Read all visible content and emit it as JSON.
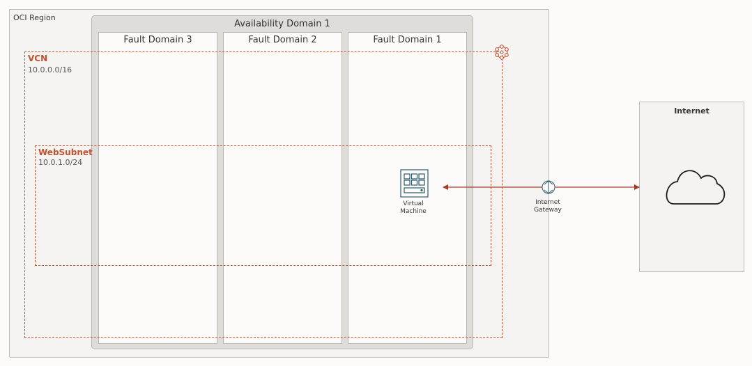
{
  "region": {
    "label": "OCI Region"
  },
  "availability_domain": {
    "label": "Availability Domain 1"
  },
  "fault_domains": [
    "Fault Domain 3",
    "Fault Domain 2",
    "Fault Domain 1"
  ],
  "vcn": {
    "title": "VCN",
    "cidr": "10.0.0.0/16"
  },
  "subnet": {
    "title": "WebSubnet",
    "cidr": "10.0.1.0/24"
  },
  "vm": {
    "line1": "Virtual",
    "line2": "Machine"
  },
  "gateway": {
    "line1": "Internet",
    "line2": "Gateway"
  },
  "internet": {
    "label": "Internet"
  },
  "icons": {
    "vcn": "vcn-icon",
    "vm": "virtual-machine-icon",
    "gateway": "internet-gateway-icon",
    "internet": "cloud-icon"
  },
  "colors": {
    "accent": "#c0532f",
    "vm_icon": "#2b5a68",
    "connector": "#a03c28"
  }
}
